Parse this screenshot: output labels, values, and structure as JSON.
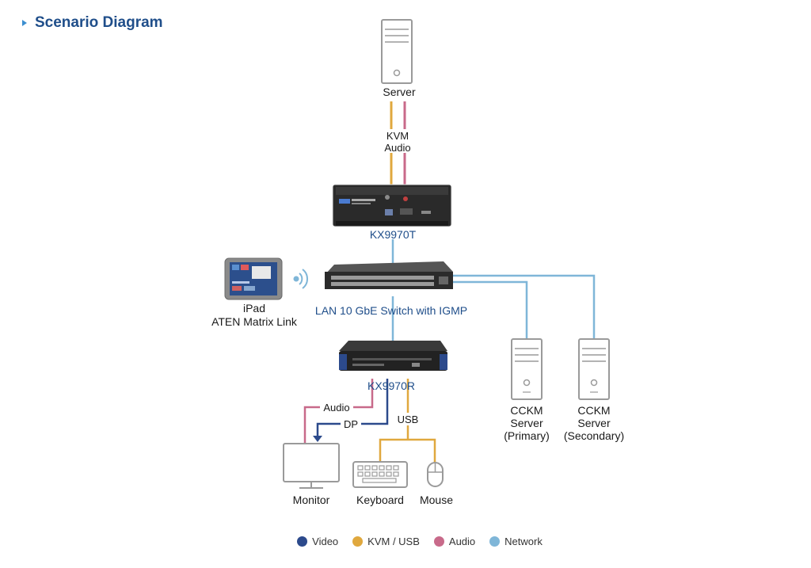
{
  "title": "Scenario Diagram",
  "colors": {
    "video": "#2c4a8c",
    "kvm_usb": "#e0a83e",
    "audio": "#c86a8a",
    "network": "#7fb6d8",
    "title": "#1f4e8a"
  },
  "devices": {
    "server": "Server",
    "kvm_label": "KVM",
    "audio_label": "Audio",
    "transmitter": "KX9970T",
    "switch": "LAN 10 GbE Switch with IGMP",
    "ipad_line1": "iPad",
    "ipad_line2": "ATEN Matrix Link",
    "receiver": "KX9970R",
    "rx_audio": "Audio",
    "rx_dp": "DP",
    "rx_usb": "USB",
    "monitor": "Monitor",
    "keyboard": "Keyboard",
    "mouse": "Mouse",
    "cckm1_line1": "CCKM",
    "cckm1_line2": "Server",
    "cckm1_line3": "(Primary)",
    "cckm2_line1": "CCKM",
    "cckm2_line2": "Server",
    "cckm2_line3": "(Secondary)"
  },
  "legend": [
    {
      "label": "Video",
      "color": "#2c4a8c"
    },
    {
      "label": "KVM / USB",
      "color": "#e0a83e"
    },
    {
      "label": "Audio",
      "color": "#c86a8a"
    },
    {
      "label": "Network",
      "color": "#7fb6d8"
    }
  ]
}
